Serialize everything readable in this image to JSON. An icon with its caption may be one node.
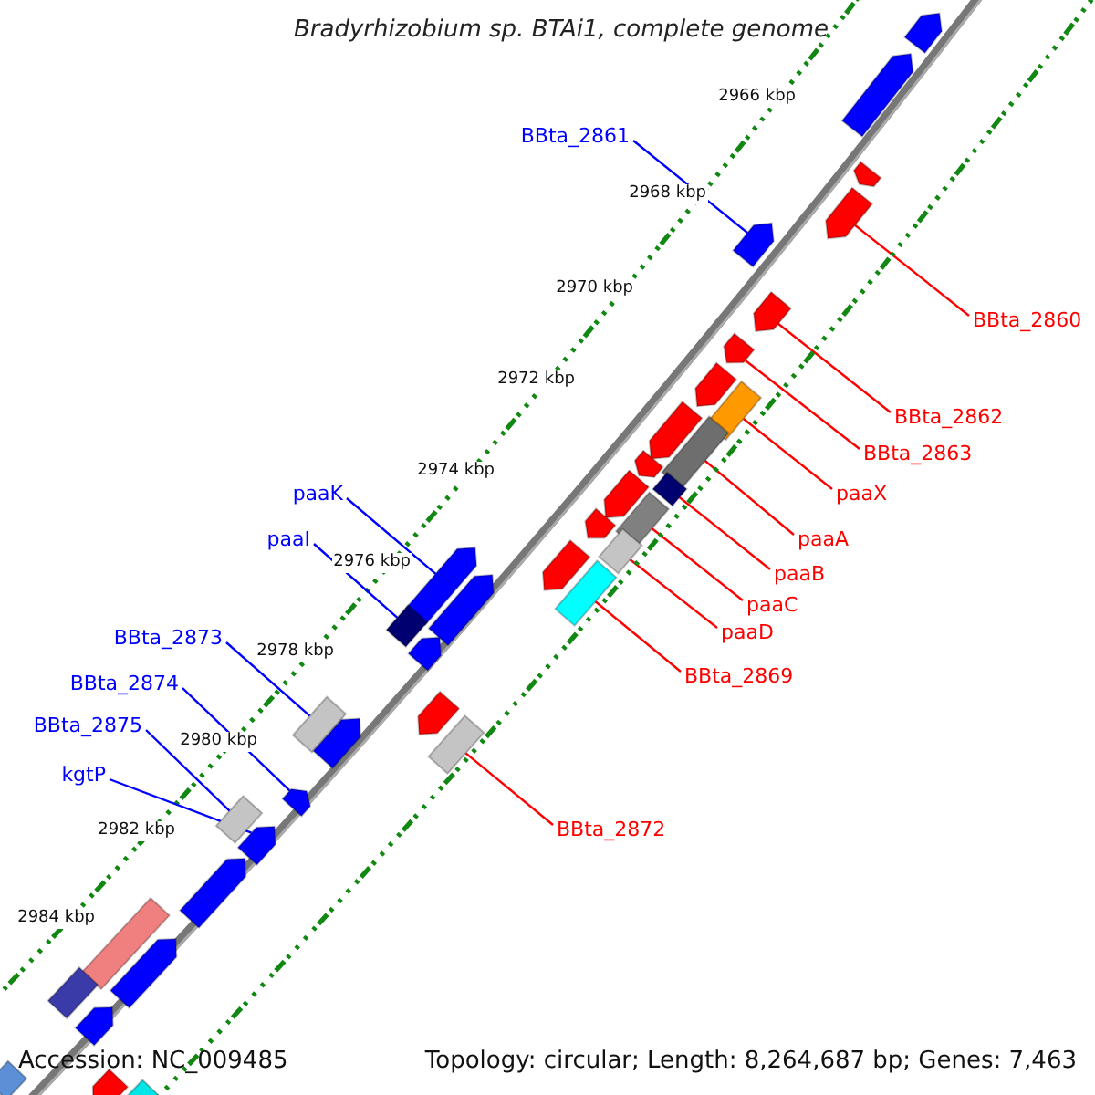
{
  "diagram": {
    "title": "Bradyrhizobium sp. BTAi1, complete genome",
    "nodes": [
      {
        "text": [
          "BBta_2861"
        ]
      },
      {
        "text": [
          "BBta_2860"
        ]
      },
      {
        "text": [
          "BBta_2862"
        ]
      },
      {
        "text": [
          "BBta_2863"
        ]
      },
      {
        "text": [
          "paaK"
        ]
      },
      {
        "text": [
          "paaX"
        ]
      },
      {
        "text": [
          "paaI"
        ]
      },
      {
        "text": [
          "paaA"
        ]
      },
      {
        "text": [
          "paaB"
        ]
      },
      {
        "text": [
          "paaC"
        ]
      },
      {
        "text": [
          "paaD"
        ]
      },
      {
        "text": [
          "BBta_2873"
        ]
      },
      {
        "text": [
          "BBta_2869"
        ]
      },
      {
        "text": [
          "BBta_2874"
        ]
      },
      {
        "text": [
          "BBta_2875"
        ]
      },
      {
        "text": [
          "kgtP"
        ]
      },
      {
        "text": [
          "BBta_2872"
        ]
      },
      {
        "text": [],
        "shape": "arrow"
      },
      {
        "text": [],
        "shape": "arrow"
      },
      {
        "text": [],
        "shape": "arrow"
      },
      {
        "text": [],
        "shape": "arrow"
      },
      {
        "text": [],
        "shape": "arrow"
      },
      {
        "text": [],
        "shape": "bar"
      },
      {
        "text": [],
        "shape": "bar"
      },
      {
        "text": [],
        "shape": "bar"
      },
      {
        "text": [],
        "shape": "bar"
      },
      {
        "text": [],
        "shape": "bar"
      },
      {
        "text": [],
        "shape": "bar"
      },
      {
        "text": [],
        "shape": "bar"
      },
      {
        "text": [],
        "shape": "bar"
      },
      {
        "text": [],
        "shape": "arrow"
      },
      {
        "text": [],
        "shape": "bar"
      },
      {
        "text": [],
        "shape": "arrow"
      },
      {
        "text": [],
        "shape": "bar"
      },
      {
        "text": [],
        "shape": "arrow"
      },
      {
        "text": [],
        "shape": "arrow"
      },
      {
        "text": [],
        "shape": "arrow"
      },
      {
        "text": [],
        "shape": "arrow"
      },
      {
        "text": [],
        "shape": "arrow"
      },
      {
        "text": [],
        "shape": "arrow"
      },
      {
        "text": [],
        "shape": "arrow"
      },
      {
        "text": [],
        "shape": "arrow"
      },
      {
        "text": [],
        "shape": "arrow"
      },
      {
        "text": [],
        "shape": "arrow"
      },
      {
        "text": [],
        "shape": "arrow"
      },
      {
        "text": [],
        "shape": "arrow"
      },
      {
        "text": [],
        "shape": "arrow"
      },
      {
        "text": [],
        "shape": "bar"
      },
      {
        "text": [],
        "shape": "arrow"
      },
      {
        "text": [],
        "shape": "bar"
      },
      {
        "text": [],
        "shape": "arrow"
      },
      {
        "text": [],
        "shape": "bar"
      },
      {
        "text": [],
        "shape": "arrow"
      },
      {
        "text": [],
        "shape": "bar"
      },
      {
        "text": [],
        "shape": "arrow"
      }
    ],
    "edges": [
      {
        "from": 0,
        "to": 17,
        "arrow": "none",
        "color": "#0000ff"
      },
      {
        "from": 1,
        "to": 18,
        "arrow": "none",
        "color": "#ff0000"
      },
      {
        "from": 2,
        "to": 19,
        "arrow": "none",
        "color": "#ff0000"
      },
      {
        "from": 3,
        "to": 20,
        "arrow": "none",
        "color": "#ff0000"
      },
      {
        "from": 4,
        "to": 21,
        "arrow": "none",
        "color": "#0000ff"
      },
      {
        "from": 5,
        "to": 22,
        "arrow": "none",
        "color": "#ff0000"
      },
      {
        "from": 6,
        "to": 23,
        "arrow": "none",
        "color": "#0000ff"
      },
      {
        "from": 7,
        "to": 24,
        "arrow": "none",
        "color": "#ff0000"
      },
      {
        "from": 8,
        "to": 25,
        "arrow": "none",
        "color": "#ff0000"
      },
      {
        "from": 9,
        "to": 26,
        "arrow": "none",
        "color": "#ff0000"
      },
      {
        "from": 10,
        "to": 27,
        "arrow": "none",
        "color": "#ff0000"
      },
      {
        "from": 11,
        "to": 28,
        "arrow": "none",
        "color": "#0000ff"
      },
      {
        "from": 12,
        "to": 29,
        "arrow": "none",
        "color": "#ff0000"
      },
      {
        "from": 13,
        "to": 30,
        "arrow": "none",
        "color": "#0000ff"
      },
      {
        "from": 14,
        "to": 31,
        "arrow": "none",
        "color": "#0000ff"
      },
      {
        "from": 15,
        "to": 32,
        "arrow": "none",
        "color": "#0000ff"
      },
      {
        "from": 16,
        "to": 33,
        "arrow": "none",
        "color": "#ff0000"
      }
    ],
    "labels": [
      "2966 kbp",
      "2968 kbp",
      "2970 kbp",
      "2972 kbp",
      "2974 kbp",
      "2976 kbp",
      "2978 kbp",
      "2980 kbp",
      "2982 kbp",
      "2984 kbp",
      "Accession: NC_009485",
      "Topology: circular; Length: 8,264,687 bp; Genes: 7,463"
    ]
  }
}
